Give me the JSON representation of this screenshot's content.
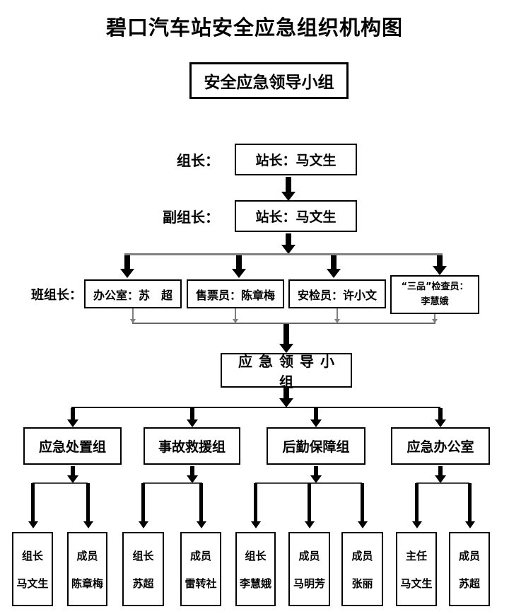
{
  "title": "碧口汽车站安全应急组织机构图",
  "top_box": "安全应急领导小组",
  "rows": {
    "leader_label": "组长：",
    "leader_value": "站长：马文生",
    "deputy_label": "副组长：",
    "deputy_value": "站长：马文生"
  },
  "foremen": {
    "label": "班组长：",
    "office": "办公室：苏　超",
    "ticket": "售票员：陈章梅",
    "security": "安检员：许小文",
    "inspector_line1": "“三品”检查员：",
    "inspector_line2": "李慧娥"
  },
  "middle_box": "应急领导小组",
  "groups": [
    {
      "name": "应急处置组",
      "members": [
        {
          "role": "组长",
          "name": "马文生"
        },
        {
          "role": "成员",
          "name": "陈章梅"
        }
      ]
    },
    {
      "name": "事故救援组",
      "members": [
        {
          "role": "组长",
          "name": "苏超"
        },
        {
          "role": "成员",
          "name": "雷转社"
        }
      ]
    },
    {
      "name": "后勤保障组",
      "members": [
        {
          "role": "组长",
          "name": "李慧娥"
        },
        {
          "role": "成员",
          "name": "马明芳"
        },
        {
          "role": "成员",
          "name": "张丽"
        }
      ]
    },
    {
      "name": "应急办公室",
      "members": [
        {
          "role": "主任",
          "name": "马文生"
        },
        {
          "role": "成员",
          "name": "苏超"
        }
      ]
    }
  ],
  "colors": {
    "line_gray": "#7f7f7f",
    "ink": "#000000"
  }
}
